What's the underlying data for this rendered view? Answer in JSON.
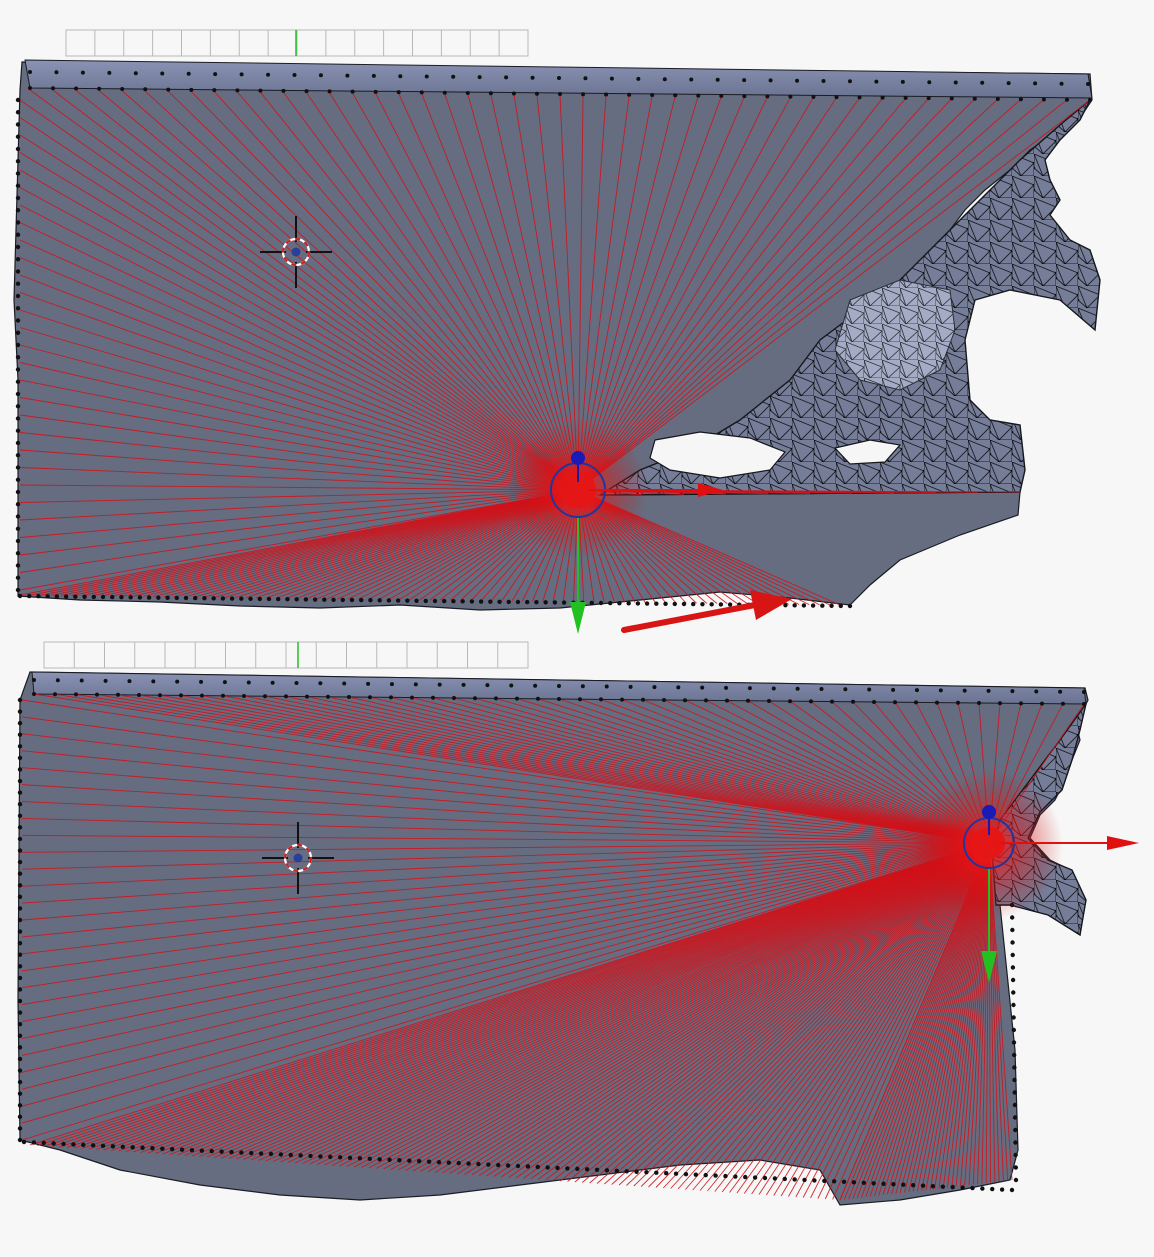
{
  "app": {
    "description_none": ""
  },
  "colors": {
    "background": "#f7f7f7",
    "mesh_face": "#686f82",
    "mesh_face_light": "#7f88a8",
    "mesh_edge": "#2c3038",
    "vertex": "#111111",
    "selected_edge": "#d0121a",
    "axis_x": "#e01010",
    "axis_y": "#22c020",
    "axis_z": "#1a1aa8",
    "cursor_ring_red": "#d02020",
    "annotation_arrow": "#e01818"
  },
  "panels": [
    {
      "id": "before",
      "ruler": {
        "ticks": 16
      },
      "gizmo": {
        "axes": [
          "x-axis",
          "y-axis",
          "z-axis"
        ]
      },
      "cursor": {
        "icon": "3d-cursor-icon"
      }
    },
    {
      "id": "after",
      "ruler": {
        "ticks": 16
      },
      "gizmo": {
        "axes": [
          "x-axis",
          "y-axis",
          "z-axis"
        ]
      },
      "cursor": {
        "icon": "3d-cursor-icon"
      }
    }
  ],
  "annotation": {
    "icon": "move-direction-arrow-icon"
  }
}
